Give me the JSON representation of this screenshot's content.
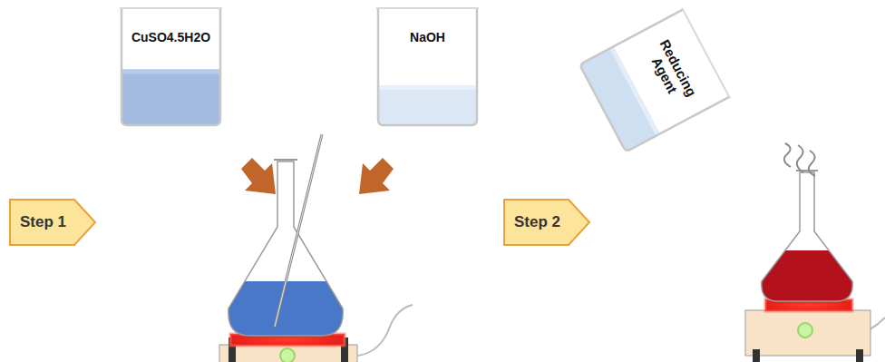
{
  "diagram": {
    "nodes": [
      {
        "text": [
          "CuSO4.5H2O"
        ]
      },
      {
        "text": [
          "NaOH"
        ]
      },
      {
        "text": [
          "Step 1"
        ]
      },
      {
        "text": [
          "Step 2"
        ]
      },
      {
        "text": [
          "Reducing Agent"
        ]
      }
    ]
  }
}
